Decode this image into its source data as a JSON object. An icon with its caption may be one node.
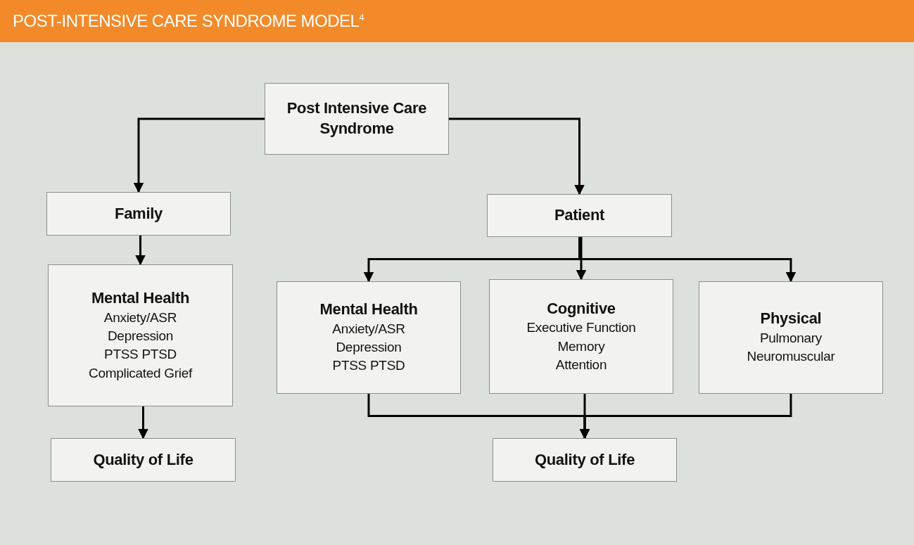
{
  "diagram": {
    "title": "POST-INTENSIVE CARE SYNDROME MODEL$^{4}$",
    "nodes": [
      {
        "text": [
          "Post Intensive Care Syndrome"
        ]
      },
      {
        "text": [
          "Family"
        ]
      },
      {
        "text": [
          "Patient"
        ]
      },
      {
        "text": [
          "Mental Health",
          "Anxiety/ASR",
          "Depression",
          "PTSS PTSD",
          "Complicated Grief"
        ]
      },
      {
        "text": [
          "Mental Health",
          "Anxiety/ASR",
          "Depression",
          "PTSS PTSD"
        ]
      },
      {
        "text": [
          "Cognitive",
          "Executive Function",
          "Memory",
          "Attention"
        ]
      },
      {
        "text": [
          "Physical",
          "Pulmonary",
          "Neuromuscular"
        ]
      },
      {
        "text": [
          "Quality of Life"
        ]
      },
      {
        "text": [
          "Quality of Life"
        ]
      }
    ],
    "edges": [
      {
        "from": 0,
        "to": 1,
        "arrow": "to"
      },
      {
        "from": 0,
        "to": 2,
        "arrow": "to"
      },
      {
        "from": 1,
        "to": 3,
        "arrow": "to"
      },
      {
        "from": 2,
        "to": 4,
        "arrow": "to"
      },
      {
        "from": 2,
        "to": 5,
        "arrow": "to"
      },
      {
        "from": 2,
        "to": 6,
        "arrow": "to"
      },
      {
        "from": 3,
        "to": 7,
        "arrow": "to"
      },
      {
        "from": 4,
        "to": 8,
        "arrow": "to"
      },
      {
        "from": 5,
        "to": 8,
        "arrow": "to"
      },
      {
        "from": 6,
        "to": 8,
        "arrow": "to"
      }
    ]
  }
}
